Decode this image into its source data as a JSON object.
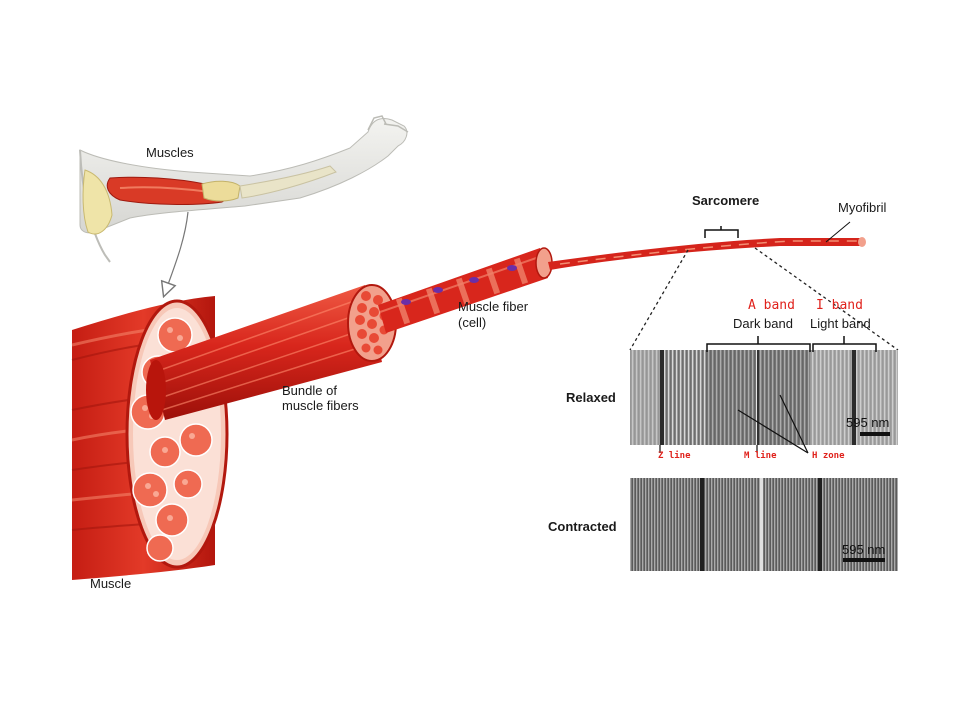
{
  "labels": {
    "muscles": "Muscles",
    "muscle": "Muscle",
    "bundle_line1": "Bundle of",
    "bundle_line2": "muscle fibers",
    "fiber_line1": "Muscle fiber",
    "fiber_line2": "(cell)",
    "sarcomere": "Sarcomere",
    "myofibril": "Myofibril",
    "a_band": "A band",
    "i_band": "I band",
    "dark_band": "Dark band",
    "light_band": "Light band",
    "relaxed": "Relaxed",
    "contracted": "Contracted",
    "z_line": "Z line",
    "m_line": "M line",
    "h_zone": "H zone",
    "scale_relaxed": "595 nm",
    "scale_contracted": "595 nm"
  },
  "colors": {
    "muscle_red": "#d8261c",
    "muscle_dark": "#a3120c",
    "muscle_light": "#ef6a55",
    "bundle_pink": "#f6b3a3",
    "annotation_red": "#e0221c",
    "micrograph_gray": "#8a8a8a"
  }
}
